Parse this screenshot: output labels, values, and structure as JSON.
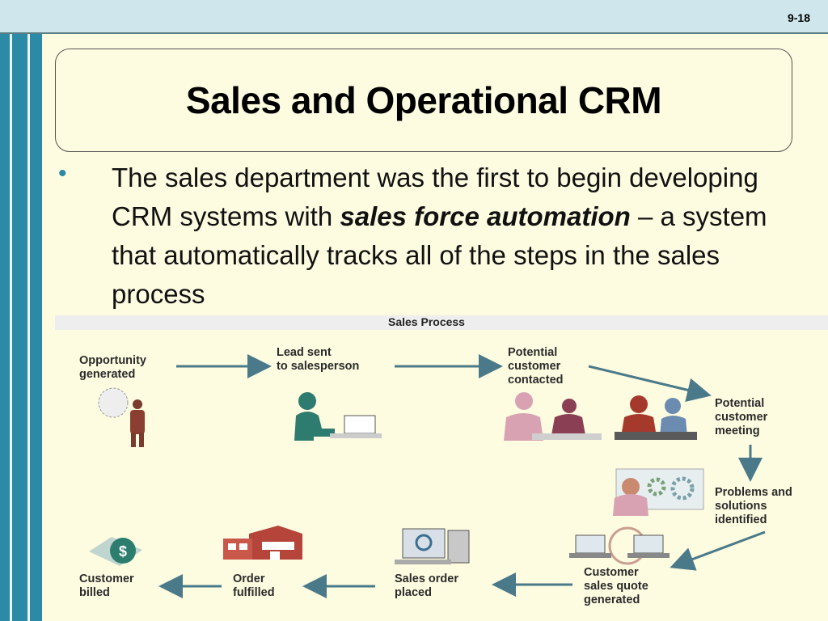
{
  "slide_number": "9-18",
  "title": "Sales and Operational CRM",
  "bullet": {
    "marker": "•",
    "text_1": "The sales department was the first to begin developing CRM systems with ",
    "emphasis": "sales force automation",
    "text_2": " – a system that automatically tracks all of the steps in the sales process"
  },
  "diagram": {
    "title": "Sales Process",
    "steps": [
      {
        "line1": "Opportunity",
        "line2": "generated",
        "line3": ""
      },
      {
        "line1": "Lead sent",
        "line2": "to salesperson",
        "line3": ""
      },
      {
        "line1": "Potential",
        "line2": "customer",
        "line3": "contacted"
      },
      {
        "line1": "Potential",
        "line2": "customer",
        "line3": "meeting"
      },
      {
        "line1": "Problems and",
        "line2": "solutions",
        "line3": "identified"
      },
      {
        "line1": "Customer",
        "line2": "sales quote",
        "line3": "generated"
      },
      {
        "line1": "Sales order",
        "line2": "placed",
        "line3": ""
      },
      {
        "line1": "Order",
        "line2": "fulfilled",
        "line3": ""
      },
      {
        "line1": "Customer",
        "line2": "billed",
        "line3": ""
      }
    ]
  }
}
